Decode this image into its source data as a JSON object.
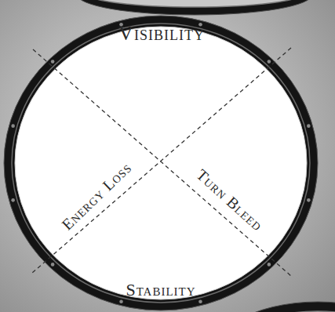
{
  "diagram": {
    "nodes": [
      {
        "text": [
          "Visibility",
          "Energy Loss",
          "Turn Bleed",
          "Stability"
        ]
      }
    ]
  }
}
